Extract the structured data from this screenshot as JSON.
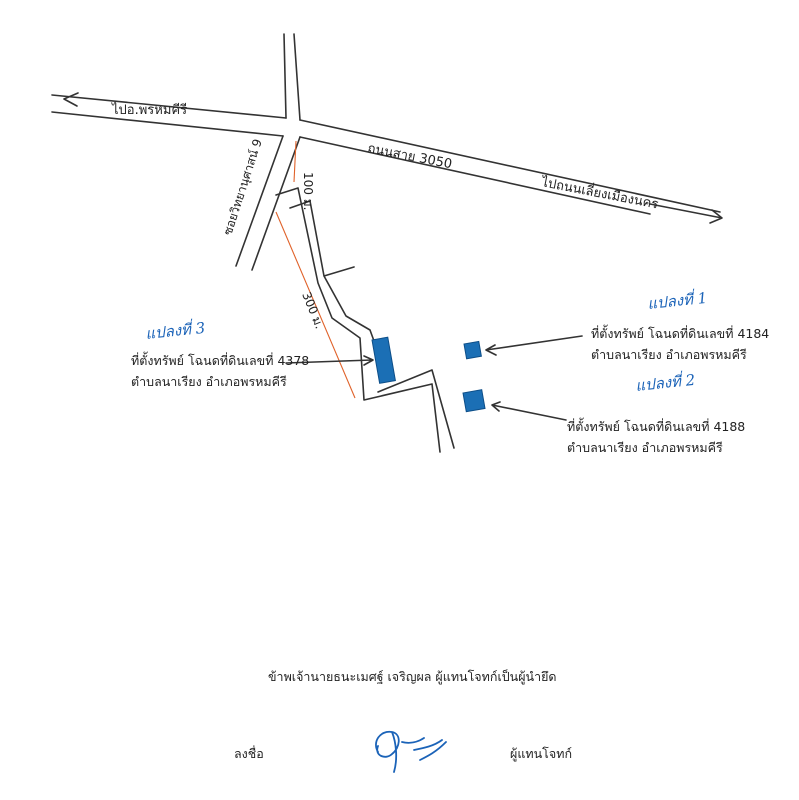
{
  "map": {
    "road_to_phrom_khiri": "ไปอ.พรหมคีรี",
    "road_3050": "ถนนสาย 3050",
    "road_to_bypass": "ไปถนนเลี่ยงเมืองนคร",
    "soi_name": "ซอยวิทยานุศาสน์ 9",
    "dist_100": "100 ม.",
    "dist_300": "300 ม."
  },
  "plots": [
    {
      "title": "แปลงที่ 1",
      "line1_text": "ที่ตั้งทรัพย์ โฉนดที่ดินเลขที่",
      "line1_number": "4184",
      "line2": "ตำบลนาเรียง อำเภอพรหมคีรี"
    },
    {
      "title": "แปลงที่ 2",
      "line1_text": "ที่ตั้งทรัพย์ โฉนดที่ดินเลขที่",
      "line1_number": "4188",
      "line2": "ตำบลนาเรียง อำเภอพรหมคีรี"
    },
    {
      "title": "แปลงที่ 3",
      "line1_text": "ที่ตั้งทรัพย์ โฉนดที่ดินเลขที่",
      "line1_number": "4378",
      "line2": "ตำบลนาเรียง อำเภอพรหมคีรี"
    }
  ],
  "footer": {
    "declaration": "ข้าพเจ้านายธนะเมศฐ์ เจริญผล ผู้แทนโจทก์เป็นผู้นำยึด",
    "sign_label": "ลงชื่อ",
    "role_label": "ผู้แทนโจทก์"
  },
  "colors": {
    "plot_fill": "#1b6fb5",
    "handwriting": "#1b63b8",
    "distance_line": "#e0622a"
  }
}
